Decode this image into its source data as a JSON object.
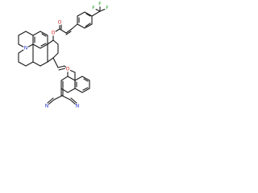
{
  "molecule": {
    "atoms": {
      "ring_O_upper": "O",
      "ester_O_carbonyl": "O",
      "ring_N": "N",
      "ring_O_lower": "O",
      "nitrile_N_left": "N",
      "nitrile_N_right": "N",
      "cf3_F_left": "F",
      "cf3_F_top": "F",
      "cf3_F_right": "F"
    }
  },
  "colors": {
    "bond": "#1a1a1a",
    "oxygen": "#d02020",
    "nitrogen": "#2030c8",
    "fluorine": "#1e9e1e",
    "background": "#ffffff"
  }
}
